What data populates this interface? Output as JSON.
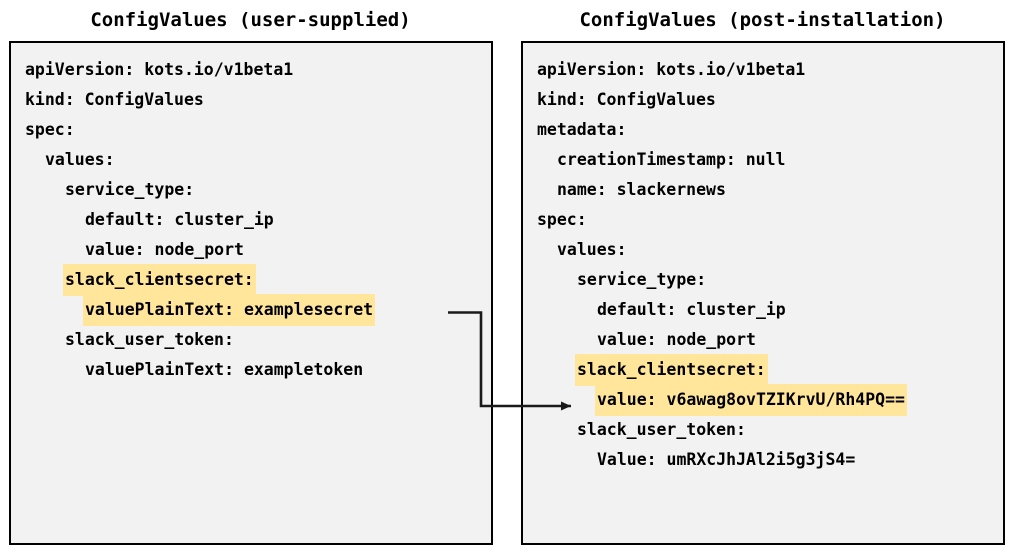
{
  "diagram": {
    "title_left": "ConfigValues (user-supplied)",
    "title_right": "ConfigValues (post-installation)",
    "highlight_color": "#ffe69b",
    "panel_background": "#f2f2f2",
    "border_color": "#000000",
    "connector": {
      "label": "secret-encryption-arrow",
      "from": "valuePlainText: examplesecret",
      "to": "value: v6awag8ovTZIKrvU/Rh4PQ=="
    }
  },
  "left_panel": {
    "name": "ConfigValues (user-supplied)",
    "lines": [
      {
        "text": "apiVersion: kots.io/v1beta1",
        "indent": 0,
        "highlight": false
      },
      {
        "text": "kind: ConfigValues",
        "indent": 0,
        "highlight": false
      },
      {
        "text": "spec:",
        "indent": 0,
        "highlight": false
      },
      {
        "text": "values:",
        "indent": 1,
        "highlight": false
      },
      {
        "text": "service_type:",
        "indent": 2,
        "highlight": false
      },
      {
        "text": "default: cluster_ip",
        "indent": 3,
        "highlight": false
      },
      {
        "text": "value: node_port",
        "indent": 3,
        "highlight": false
      },
      {
        "text": "slack_clientsecret:",
        "indent": 2,
        "highlight": true
      },
      {
        "text": "valuePlainText: examplesecret",
        "indent": 3,
        "highlight": true
      },
      {
        "text": "slack_user_token:",
        "indent": 2,
        "highlight": false
      },
      {
        "text": "valuePlainText: exampletoken",
        "indent": 3,
        "highlight": false
      }
    ]
  },
  "right_panel": {
    "name": "ConfigValues (post-installation)",
    "lines": [
      {
        "text": "apiVersion: kots.io/v1beta1",
        "indent": 0,
        "highlight": false
      },
      {
        "text": "kind: ConfigValues",
        "indent": 0,
        "highlight": false
      },
      {
        "text": "metadata:",
        "indent": 0,
        "highlight": false
      },
      {
        "text": "creationTimestamp: null",
        "indent": 1,
        "highlight": false
      },
      {
        "text": "name: slackernews",
        "indent": 1,
        "highlight": false
      },
      {
        "text": "spec:",
        "indent": 0,
        "highlight": false
      },
      {
        "text": "values:",
        "indent": 1,
        "highlight": false
      },
      {
        "text": "service_type:",
        "indent": 2,
        "highlight": false
      },
      {
        "text": "default: cluster_ip",
        "indent": 3,
        "highlight": false
      },
      {
        "text": "value: node_port",
        "indent": 3,
        "highlight": false
      },
      {
        "text": "slack_clientsecret:",
        "indent": 2,
        "highlight": true
      },
      {
        "text": "value: v6awag8ovTZIKrvU/Rh4PQ==",
        "indent": 3,
        "highlight": true
      },
      {
        "text": "slack_user_token:",
        "indent": 2,
        "highlight": false
      },
      {
        "text": "Value: umRXcJhJAl2i5g3jS4=",
        "indent": 3,
        "highlight": false
      }
    ]
  }
}
